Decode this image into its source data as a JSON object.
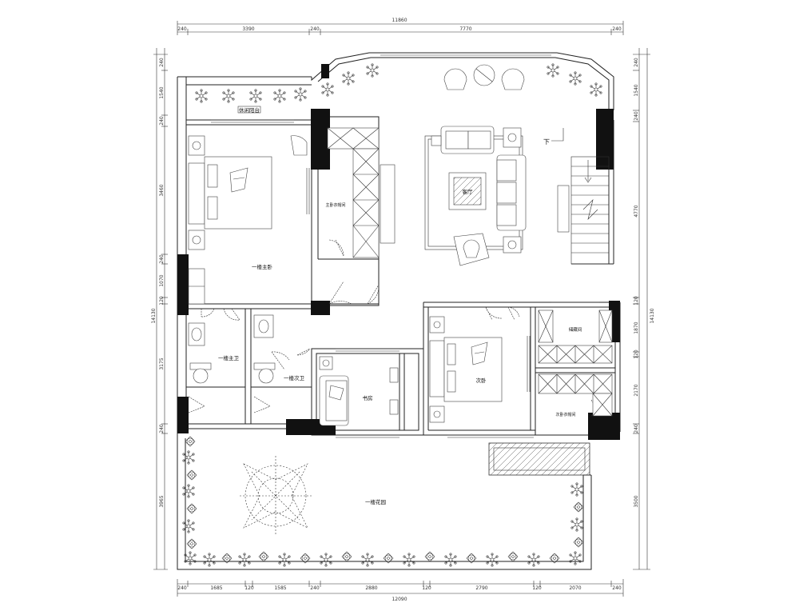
{
  "dimensions": {
    "top_total": "11860",
    "top_segments": [
      "240",
      "3390",
      "240",
      "7770",
      "240"
    ],
    "bottom_total": "12090",
    "bottom_segments": [
      "240",
      "1685",
      "120",
      "1585",
      "240",
      "2880",
      "120",
      "2790",
      "120",
      "2070",
      "240"
    ],
    "left_total": "14130",
    "left_segments": [
      "240",
      "1540",
      "240",
      "3460",
      "240",
      "1070",
      "120",
      "3175",
      "240",
      "3965"
    ],
    "right_total": "14130",
    "right_segments": [
      "240",
      "1540",
      "240",
      "4770",
      "120",
      "1870",
      "120",
      "2170",
      "240",
      "3500"
    ]
  },
  "rooms": {
    "leisure_balcony": "休闲阳台",
    "master_bedroom": "一楼主卧",
    "master_closet": "主卧衣帽间",
    "living_room": "客厅",
    "stair_down": "下",
    "master_bath": "一楼主卫",
    "second_bath": "一楼次卫",
    "study": "书房",
    "second_bedroom": "次卧",
    "storage_room": "储藏间",
    "second_closet": "次卧衣帽间",
    "garden": "一楼花园"
  }
}
